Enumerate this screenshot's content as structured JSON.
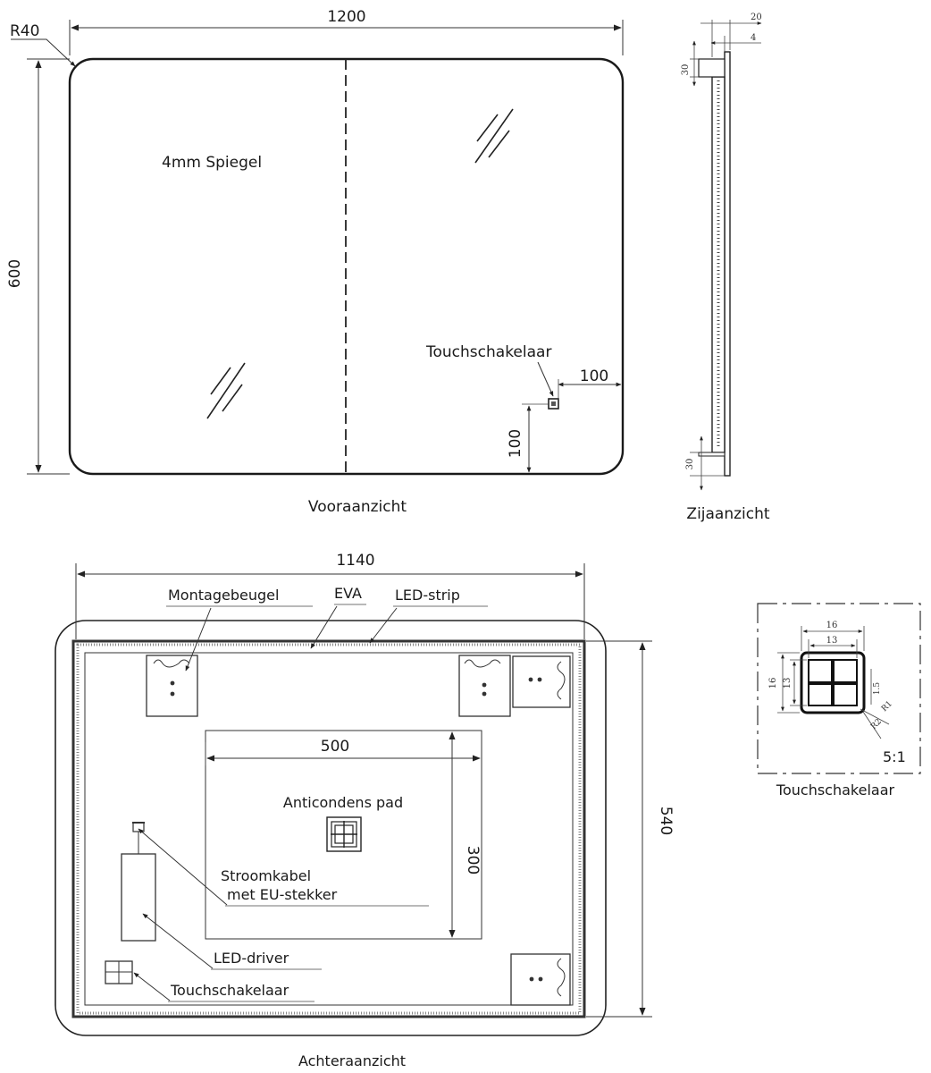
{
  "front_view": {
    "width_dim": "1200",
    "height_dim": "600",
    "radius_label": "R40",
    "mirror_label": "4mm Spiegel",
    "switch_label": "Touchschakelaar",
    "switch_offset_right": "100",
    "switch_offset_bottom": "100",
    "caption": "Vooraanzicht"
  },
  "side_view": {
    "dim_top_20": "20",
    "dim_top_4": "4",
    "dim_top_30": "30",
    "dim_bottom_30": "30",
    "caption": "Zijaanzicht"
  },
  "back_view": {
    "width_dim": "1140",
    "height_dim": "540",
    "bracket_label": "Montagebeugel",
    "eva_label": "EVA",
    "led_strip_label": "LED-strip",
    "pad_width_dim": "500",
    "pad_height_dim": "300",
    "pad_label": "Anticondens pad",
    "cable_label_line1": "Stroomkabel",
    "cable_label_line2": "met EU-stekker",
    "driver_label": "LED-driver",
    "switch_label": "Touchschakelaar",
    "caption": "Achteraanzicht"
  },
  "switch_detail": {
    "dim_16_h": "16",
    "dim_13_h": "13",
    "dim_16_v": "16",
    "dim_13_v": "13",
    "dim_1_5": "1.5",
    "dim_r1": "R1",
    "dim_r2": "R2",
    "scale": "5:1",
    "caption": "Touchschakelaar"
  }
}
